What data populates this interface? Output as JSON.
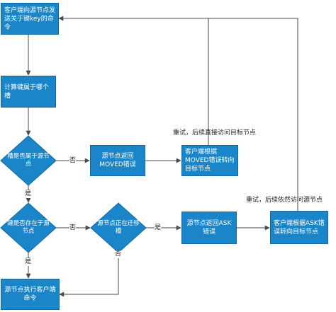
{
  "diagram": {
    "nodes": {
      "send_command": "客户端向源节点发送关于键key的命令",
      "calc_slot": "计算键属于哪个槽",
      "slot_on_source": "槽是否属于源节点",
      "key_on_source": "键是否存在于源节点",
      "migrating": "源节点正在迁移槽",
      "return_moved": "源节点返回MOVED错误",
      "redirect_moved": "客户端根据MOVED错误转向目标节点",
      "return_ask": "源节点返回ASK错误",
      "redirect_ask": "客户端根据ASK错误转向目标节点",
      "execute": "源节点执行客户端命令"
    },
    "edge_labels": {
      "no_1": "否",
      "yes_1": "是",
      "no_2": "否",
      "yes_2": "是",
      "yes_3": "是",
      "no_3": "否"
    },
    "notes": {
      "retry_direct": "重试，后续直接访问目标节点",
      "retry_source": "重试，后续依然访问源节点"
    },
    "colors": {
      "node_fill": "#1a85c8",
      "node_border": "#0f6aa3",
      "line": "#4a4a4a"
    }
  }
}
